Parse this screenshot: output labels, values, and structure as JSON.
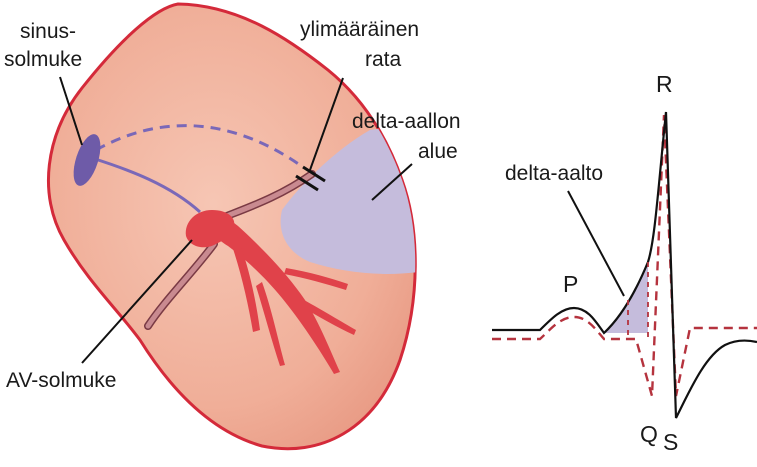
{
  "labels": {
    "sinus_line1": "sinus-",
    "sinus_line2": "solmuke",
    "accessory_line1": "ylimääräinen",
    "accessory_line2": "rata",
    "delta_area_line1": "delta-aallon",
    "delta_area_line2": "alue",
    "delta_wave": "delta-aalto",
    "av_node": "AV-solmuke"
  },
  "ecg_labels": {
    "p": "P",
    "q": "Q",
    "r": "R",
    "s": "S"
  },
  "colors": {
    "heart_fill": "#f2b4a0",
    "heart_outline": "#d42a3a",
    "conduction": "#e0424a",
    "pathway_band": "#c98a90",
    "delta_region": "#c5bcdc",
    "sinus_node": "#6e5ba8",
    "ecg_solid": "#111111",
    "ecg_dashed": "#b5333e"
  }
}
